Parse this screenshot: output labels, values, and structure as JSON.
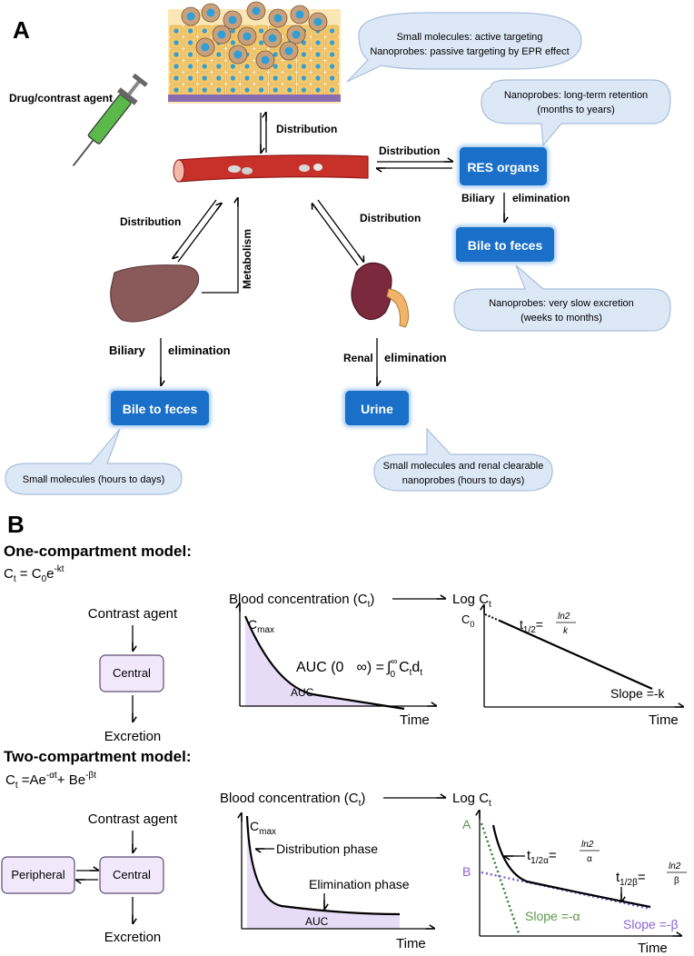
{
  "panel_a": {
    "letter": "A",
    "drug_label": "Drug/contrast agent",
    "bubbles": {
      "tumor": [
        "Small molecules: active targeting",
        "Nanoprobes: passive targeting by EPR effect"
      ],
      "res_retention": [
        "Nanoprobes: long-term retention",
        "(months to years)"
      ],
      "slow_excretion": [
        "Nanoprobes: very slow excretion",
        "(weeks to months)"
      ],
      "liver_excretion": [
        "Small molecules (hours to days)"
      ],
      "renal_excretion": [
        "Small molecules and renal clearable",
        "nanoprobes (hours to days)"
      ]
    },
    "flow_labels": {
      "distribution_tumor": "Distribution",
      "distribution_res": "Distribution",
      "distribution_liver": "Distribution",
      "distribution_kidney": "Distribution",
      "metabolism": "Metabolism",
      "biliary_res": "Biliary",
      "elimination_res": "elimination",
      "biliary_liver": "Biliary",
      "elimination_liver": "elimination",
      "renal": "Renal",
      "elimination_renal": "elimination"
    },
    "boxes": {
      "res_organs": "RES organs",
      "bile_feces_res": "Bile to feces",
      "bile_feces_liver": "Bile to feces",
      "urine": "Urine"
    },
    "colors": {
      "box_fill": "#1a6fc9",
      "box_glow": "#9cc6f0",
      "bubble_fill": "#dde8f7",
      "bubble_stroke": "#a9bfdc",
      "vessel": "#c8302a",
      "liver": "#8a5a5a",
      "kidney": "#7a2a3c",
      "tissue_cell": "#f4c76a"
    }
  },
  "panel_b": {
    "letter": "B",
    "one_comp": {
      "title": "One-compartment model:",
      "eq_c": "C",
      "eq_t": "t",
      "eq_mid": " = C",
      "eq_0": "0",
      "eq_e": "e",
      "eq_exp": "-kt",
      "contrast_agent": "Contrast agent",
      "central": "Central",
      "excretion": "Excretion",
      "blood_conc": "Blood concentration (C",
      "blood_conc_sub": "t",
      "blood_conc_end": ")",
      "log_c": "Log C",
      "log_c_sub": "t",
      "cmax": "C",
      "cmax_sub": "max",
      "auc_eq": "AUC (0",
      "auc_inf": "∞) =",
      "auc_int": "∫",
      "auc_int_sup": "∞",
      "auc_int_sub": "0",
      "auc_ct": "C",
      "auc_ct_sub": "t",
      "auc_d": "d",
      "auc_d_sub": "t",
      "auc": "AUC",
      "time": "Time",
      "c0": "C",
      "c0_sub": "0",
      "half_t": "t",
      "half_sub": "1/2",
      "half_eq": "=",
      "half_num": "ln2",
      "half_den": "k",
      "slope": "Slope =-k"
    },
    "two_comp": {
      "title": "Two-compartment model:",
      "eq": "C",
      "eq_t": "t",
      "eq_a": " =Ae",
      "eq_a_exp": "-αt",
      "eq_b": "+ Be",
      "eq_b_exp": "-βt",
      "contrast_agent": "Contrast agent",
      "central": "Central",
      "peripheral": "Peripheral",
      "excretion": "Excretion",
      "blood_conc": "Blood concentration (C",
      "blood_conc_sub": "t",
      "blood_conc_end": ")",
      "log_c": "Log C",
      "log_c_sub": "t",
      "cmax": "C",
      "cmax_sub": "max",
      "distribution_phase": "Distribution phase",
      "elimination_phase": "Elimination phase",
      "auc": "AUC",
      "time": "Time",
      "a_label": "A",
      "b_label": "B",
      "half_alpha_t": "t",
      "half_alpha_sub": "1/2α",
      "half_alpha_num": "ln2",
      "half_alpha_den": "α",
      "half_beta_t": "t",
      "half_beta_sub": "1/2β",
      "half_beta_num": "ln2",
      "half_beta_den": "β",
      "eq_sign": "=",
      "slope_alpha": "Slope =-α",
      "slope_beta": "Slope =-β"
    },
    "colors": {
      "auc_fill": "#e6dcf7",
      "box_fill": "#f1e9fb",
      "box_stroke": "#5b4c73",
      "green": "#2e7d32",
      "purple": "#7b5cd6",
      "green_text": "#5a9a4a",
      "purple_text": "#8a64d8"
    }
  }
}
